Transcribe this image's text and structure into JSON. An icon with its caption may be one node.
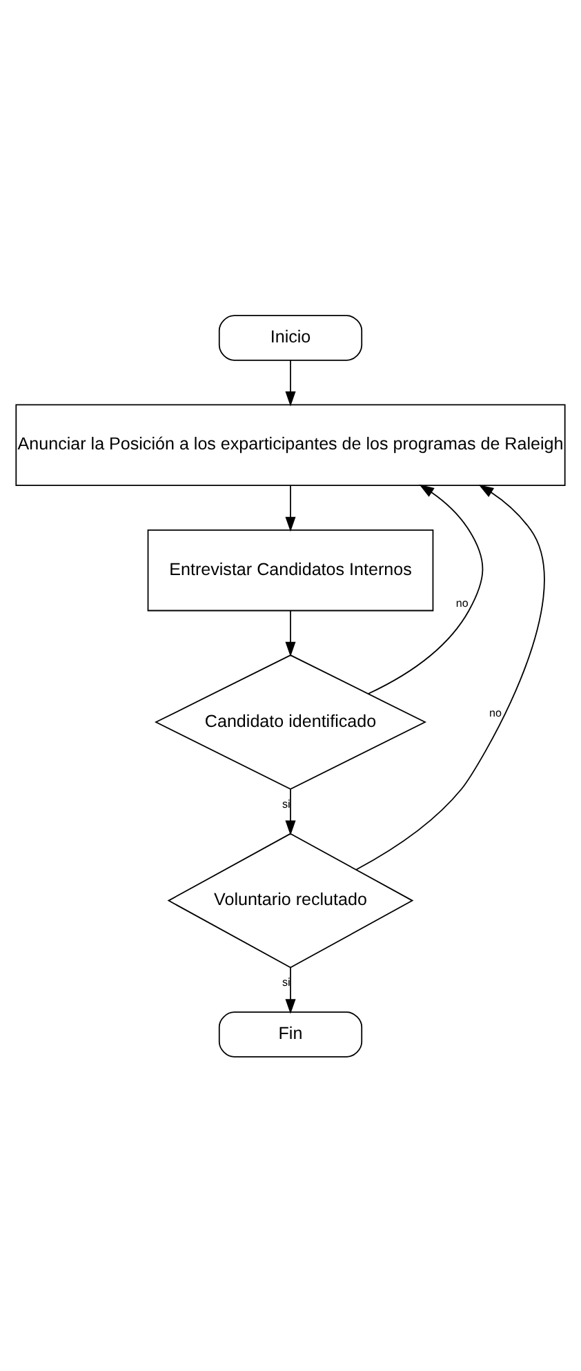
{
  "diagram": {
    "nodes": [
      {
        "text": [
          "Inicio"
        ]
      },
      {
        "text": [
          "Anunciar la Posición a los exparticipantes de los programas de Raleigh"
        ]
      },
      {
        "text": [
          "Entrevistar Candidatos Internos"
        ]
      },
      {
        "text": [
          "Candidato identificado"
        ]
      },
      {
        "text": [
          "Voluntario reclutado"
        ]
      },
      {
        "text": [
          "Fin"
        ]
      }
    ],
    "edges": [
      {
        "from": 0,
        "to": 1,
        "arrow": "to"
      },
      {
        "from": 1,
        "to": 2,
        "arrow": "to"
      },
      {
        "from": 2,
        "to": 3,
        "arrow": "to"
      },
      {
        "from": 3,
        "to": 4,
        "arrow": "to",
        "label": "si"
      },
      {
        "from": 4,
        "to": 5,
        "arrow": "to",
        "label": "si"
      },
      {
        "from": 3,
        "to": 1,
        "arrow": "to",
        "label": "no"
      },
      {
        "from": 4,
        "to": 1,
        "arrow": "to",
        "label": "no"
      }
    ]
  }
}
